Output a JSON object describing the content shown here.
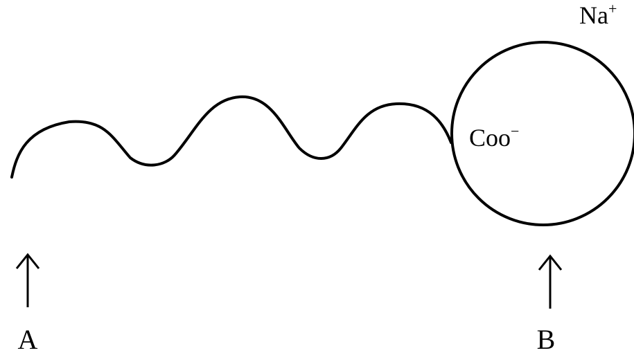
{
  "diagram": {
    "head_group": {
      "text": "Coo",
      "charge": "−"
    },
    "counter_ion": {
      "text": "Na",
      "charge": "+"
    },
    "markers": [
      {
        "label": "A"
      },
      {
        "label": "B"
      }
    ],
    "colors": {
      "stroke": "#000000",
      "background": "#ffffff"
    }
  }
}
